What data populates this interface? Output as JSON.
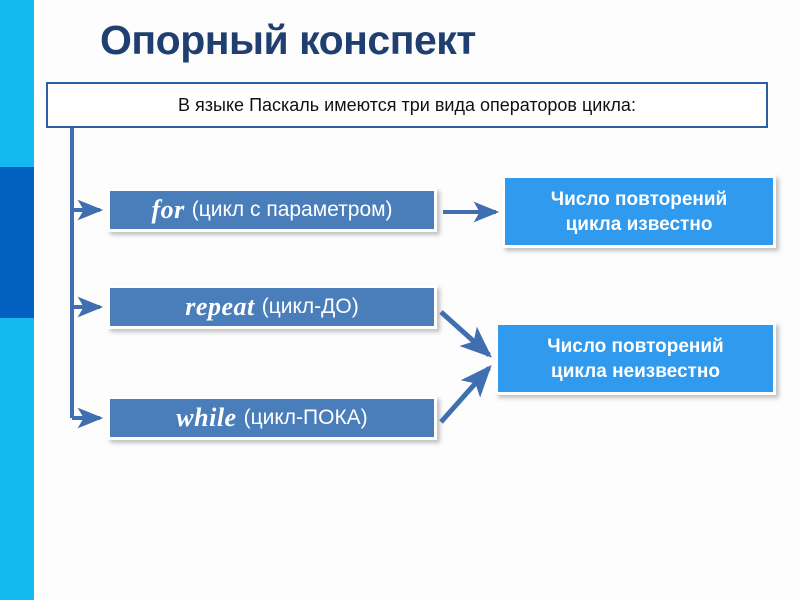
{
  "slide": {
    "title": "Опорный конспект",
    "intro": "В языке Паскаль имеются три вида операторов цикла:",
    "colors": {
      "title": "#1f3f70",
      "stripe_cyan": "#14b9ef",
      "stripe_dark": "#0160c0",
      "loop_box": "#4a7ebb",
      "result_box": "#2f9aee",
      "connector": "#3f6fb0",
      "intro_border": "#2e5fa3"
    }
  },
  "loops": [
    {
      "keyword": "for",
      "description": "(цикл с параметром)"
    },
    {
      "keyword": "repeat",
      "description": "(цикл-ДО)"
    },
    {
      "keyword": "while",
      "description": "(цикл-ПОКА)"
    }
  ],
  "results": [
    {
      "line1": "Число повторений",
      "line2": "цикла известно"
    },
    {
      "line1": "Число повторений",
      "line2": "цикла неизвестно"
    }
  ]
}
